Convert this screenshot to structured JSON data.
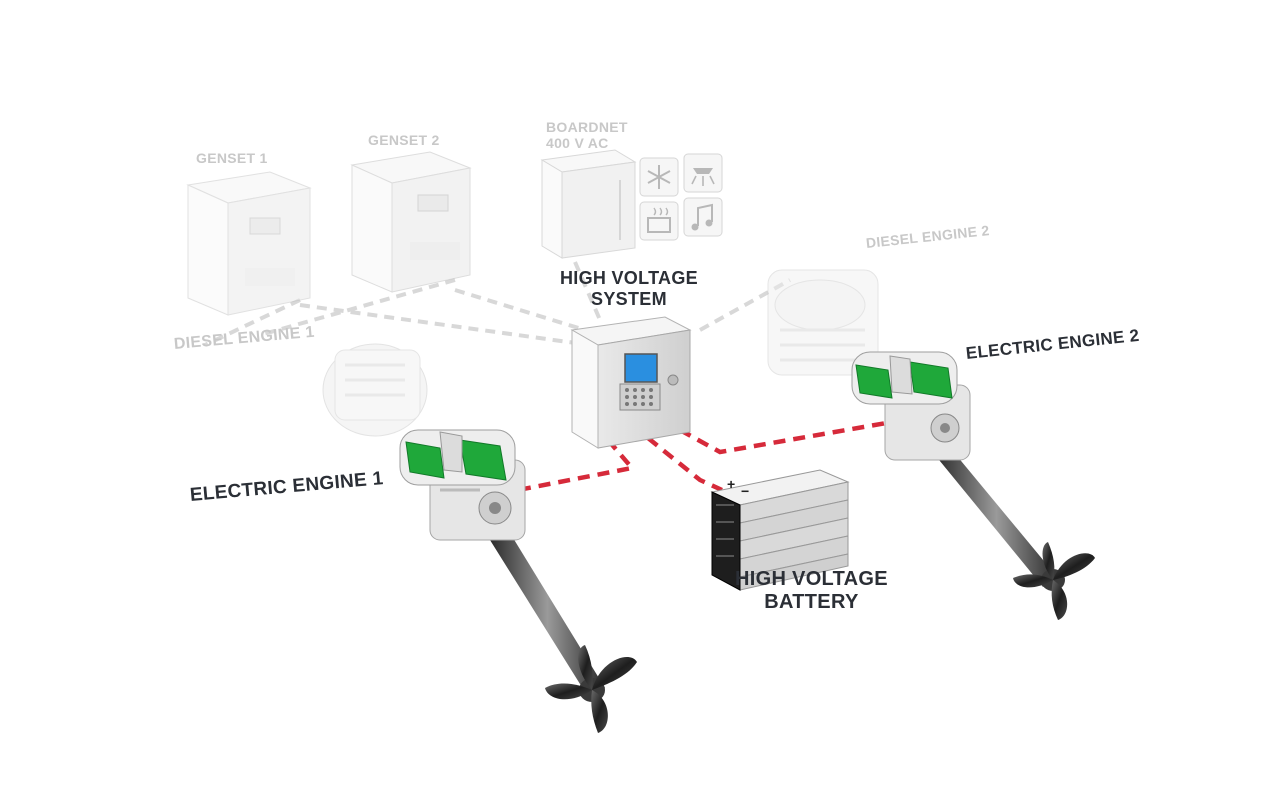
{
  "diagram": {
    "labels": {
      "genset_1": "GENSET 1",
      "genset_2": "GENSET 2",
      "boardnet_line1": "BOARDNET",
      "boardnet_line2": "400 V AC",
      "hv_system_line1": "HIGH VOLTAGE",
      "hv_system_line2": "SYSTEM",
      "diesel_engine_1": "DIESEL ENGINE 1",
      "diesel_engine_2": "DIESEL ENGINE 2",
      "electric_engine_1": "ELECTRIC ENGINE 1",
      "electric_engine_2": "ELECTRIC ENGINE 2",
      "hv_battery_line1": "HIGH VOLTAGE",
      "hv_battery_line2": "BATTERY",
      "battery_plus": "+",
      "battery_minus": "−"
    },
    "boardnet_icons": [
      "snowflake-icon",
      "lamp-icon",
      "cooking-pot-icon",
      "music-note-icon"
    ],
    "colors": {
      "hv_cable": "#d62a3a",
      "lv_cable": "#d8d8d8",
      "motor_accent": "#1fa83a",
      "label_dark": "#2b2f36",
      "label_faded": "#c8c8c8",
      "screen": "#2a8fe0"
    }
  }
}
